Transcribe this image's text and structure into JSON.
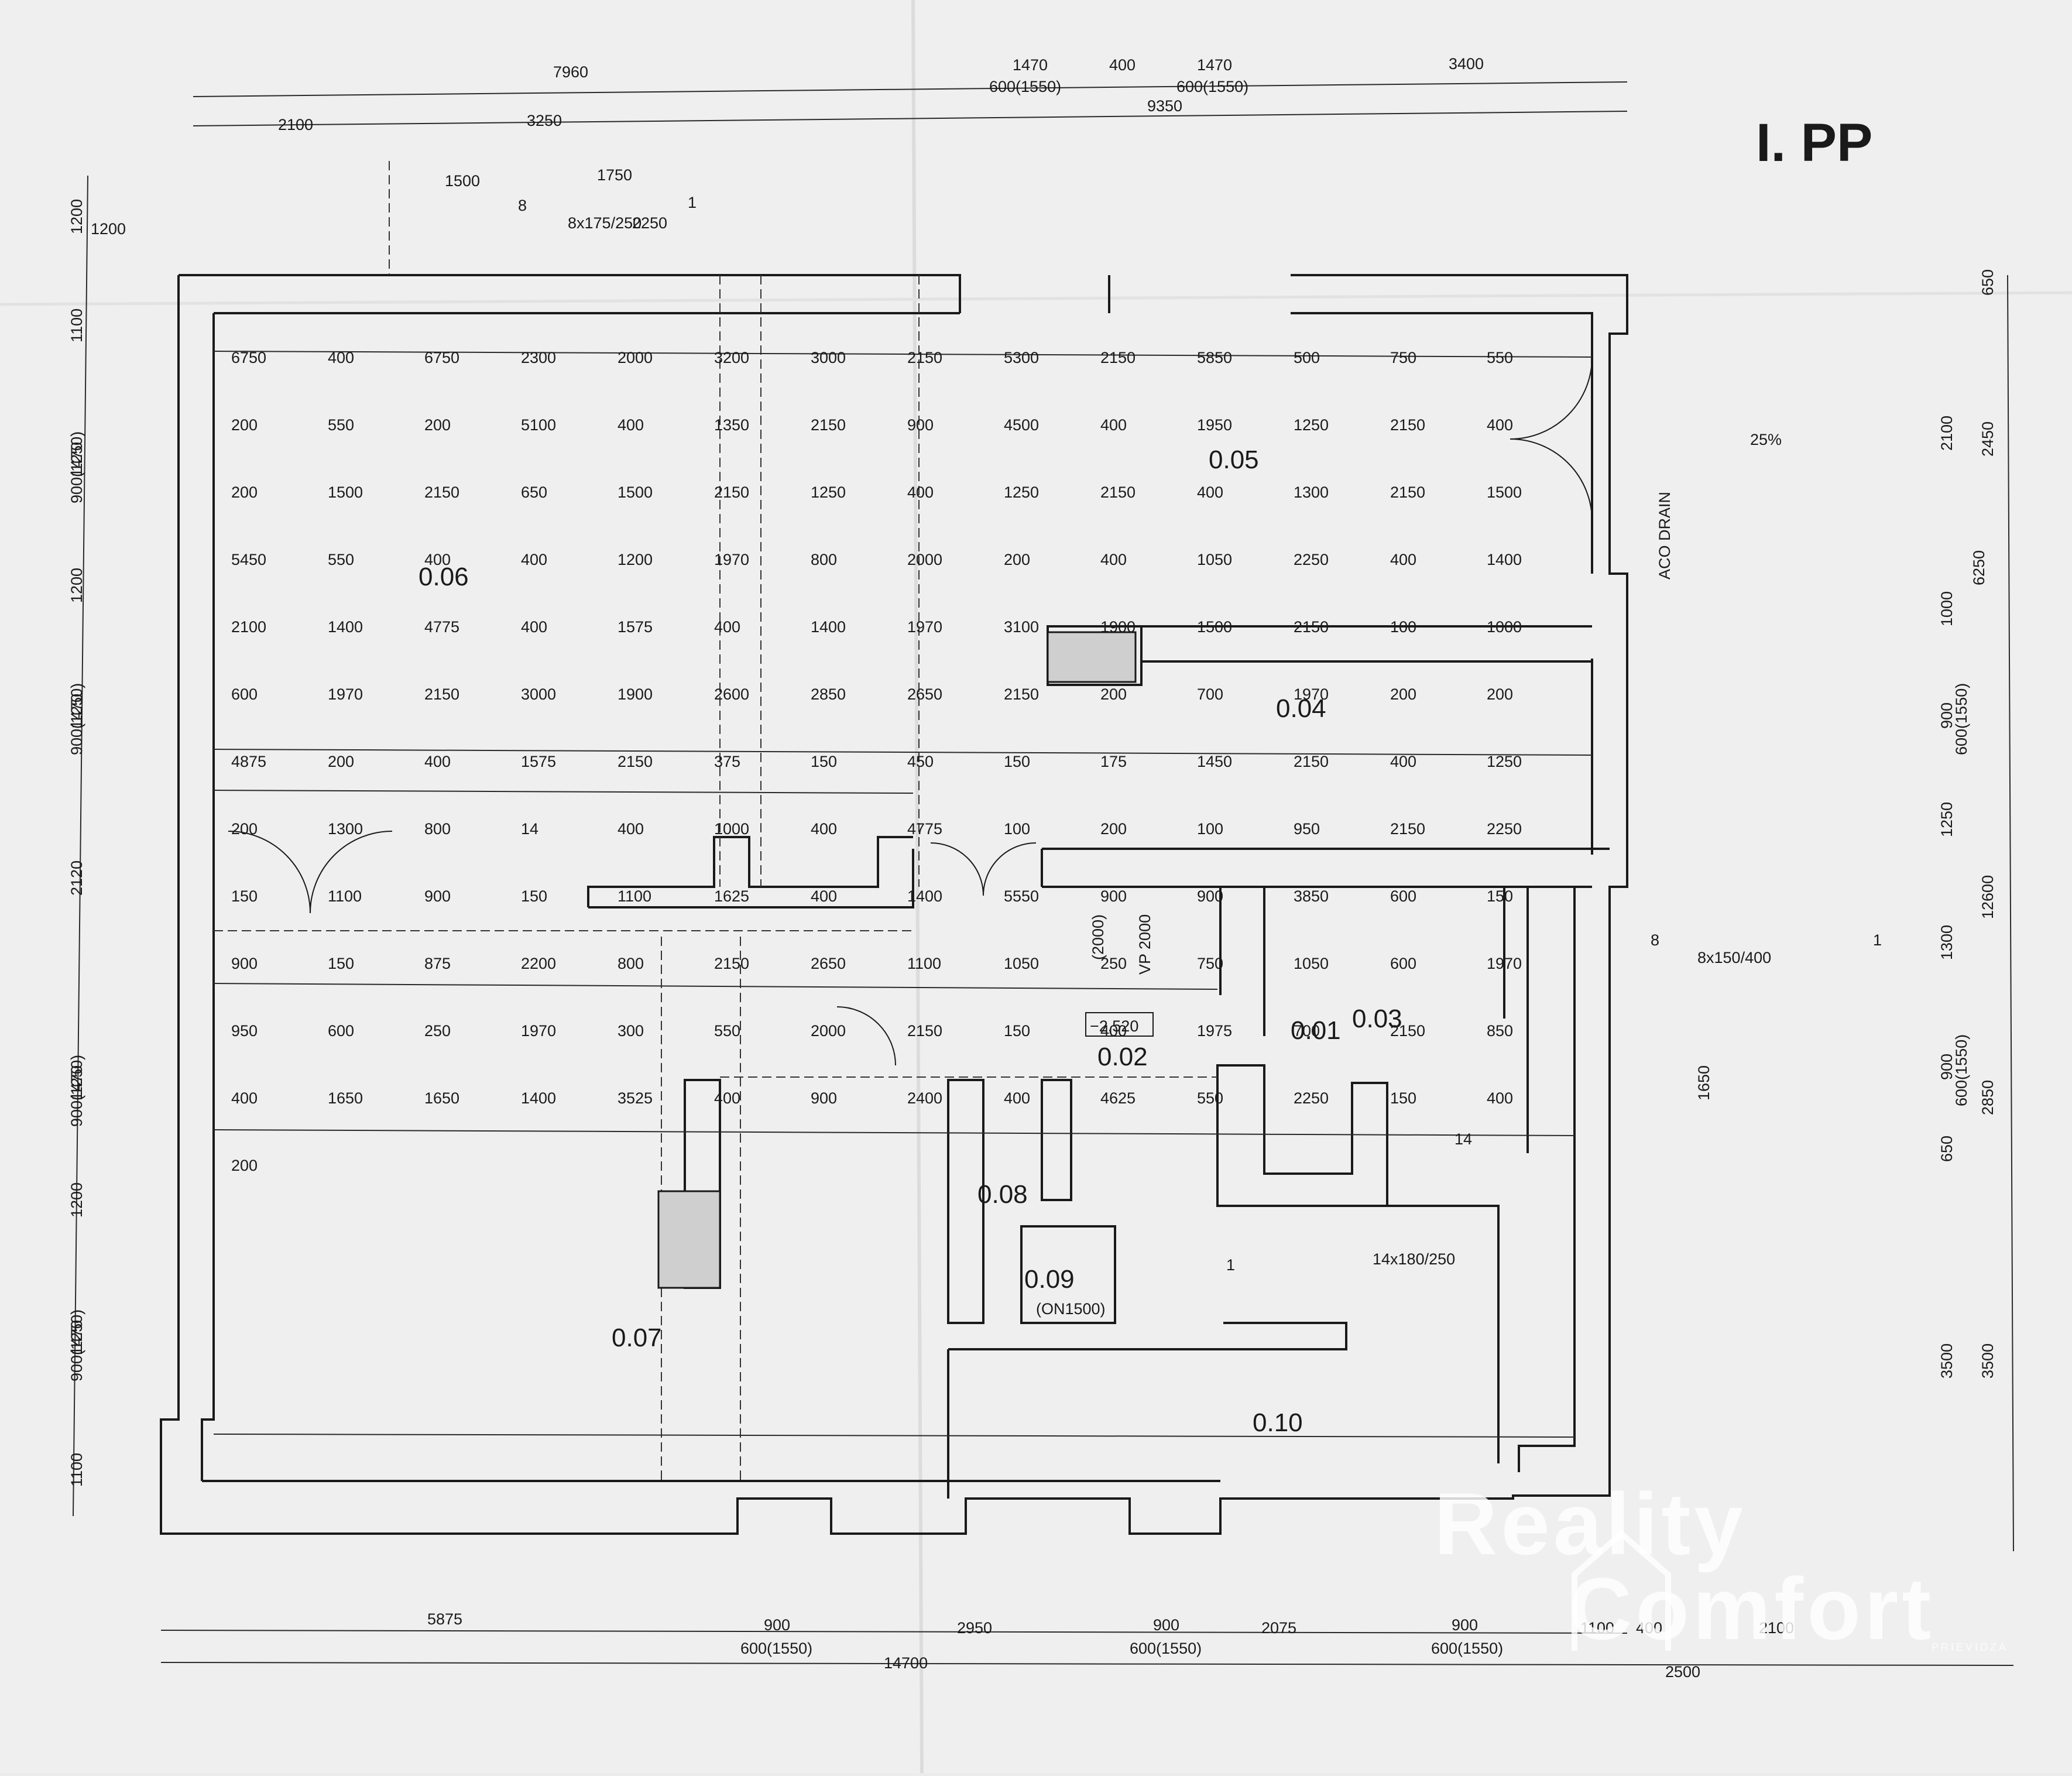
{
  "title": "I. PP",
  "level_label": "−2,520",
  "rooms": [
    {
      "id": "0.01"
    },
    {
      "id": "0.02"
    },
    {
      "id": "0.03"
    },
    {
      "id": "0.04"
    },
    {
      "id": "0.05"
    },
    {
      "id": "0.06"
    },
    {
      "id": "0.07"
    },
    {
      "id": "0.08"
    },
    {
      "id": "0.09"
    },
    {
      "id": "0.10"
    }
  ],
  "notes": {
    "aco_drain": "ACO DRAIN",
    "slope": "25%",
    "stair_main": "14x180/250",
    "stair_east": "8x150/400",
    "stair_north": "8x175/250",
    "vp": "VP 2000",
    "on": "(ON1500)",
    "stair_n_count": "8",
    "stair_n_start": "1",
    "stair_e_count": "8",
    "stair_e_start": "1",
    "stair_main_start": "1",
    "stair_main_end": "14",
    "niche_2000": "(2000)"
  },
  "dimensions": {
    "top": [
      "7960",
      "1470",
      "600(1550)",
      "400",
      "1470",
      "600(1550)",
      "3400",
      "9350",
      "2100",
      "3250",
      "1500",
      "1750",
      "2250",
      "1200"
    ],
    "left": [
      "1200",
      "1100",
      "1470",
      "900(1250)",
      "1200",
      "1470",
      "900(1250)",
      "2120",
      "1470",
      "900(1250)",
      "1200",
      "1470",
      "900(1250)",
      "1100"
    ],
    "right": [
      "650",
      "2100",
      "2450",
      "6250",
      "1000",
      "900",
      "600(1550)",
      "1250",
      "12600",
      "1300",
      "900",
      "600(1550)",
      "2850",
      "650",
      "3500",
      "3500",
      "1650"
    ],
    "bottom": [
      "5875",
      "900",
      "600(1550)",
      "2950",
      "900",
      "600(1550)",
      "2075",
      "900",
      "600(1550)",
      "1100",
      "400",
      "2100",
      "14700",
      "2500"
    ],
    "interior": [
      "6750",
      "400",
      "6750",
      "2300",
      "2000",
      "3200",
      "3000",
      "2150",
      "5300",
      "2150",
      "5850",
      "500",
      "750",
      "550",
      "200",
      "550",
      "200",
      "5100",
      "400",
      "1350",
      "2150",
      "900",
      "4500",
      "400",
      "1950",
      "1250",
      "2150",
      "400",
      "200",
      "1500",
      "2150",
      "650",
      "1500",
      "2150",
      "1250",
      "400",
      "1250",
      "2150",
      "400",
      "1300",
      "2150",
      "1500",
      "5450",
      "550",
      "400",
      "400",
      "1200",
      "1970",
      "800",
      "2000",
      "200",
      "400",
      "1050",
      "2250",
      "400",
      "1400",
      "2100",
      "1400",
      "4775",
      "400",
      "1575",
      "400",
      "1400",
      "1970",
      "3100",
      "1900",
      "1500",
      "2150",
      "100",
      "1000",
      "600",
      "1970",
      "2150",
      "3000",
      "1900",
      "2600",
      "2850",
      "2650",
      "2150",
      "200",
      "700",
      "1970",
      "200",
      "200",
      "4875",
      "200",
      "400",
      "1575",
      "2150",
      "375",
      "150",
      "450",
      "150",
      "175",
      "1450",
      "2150",
      "400",
      "1250",
      "200",
      "1300",
      "800",
      "14",
      "400",
      "1000",
      "400",
      "4775",
      "100",
      "200",
      "100",
      "950",
      "2150",
      "2250",
      "150",
      "1100",
      "900",
      "150",
      "1100",
      "1625",
      "400",
      "1400",
      "5550",
      "900",
      "900",
      "3850",
      "600",
      "150",
      "900",
      "150",
      "875",
      "2200",
      "800",
      "2150",
      "2650",
      "1100",
      "1050",
      "250",
      "750",
      "1050",
      "600",
      "1970",
      "950",
      "600",
      "250",
      "1970",
      "300",
      "550",
      "2000",
      "2150",
      "150",
      "400",
      "1975",
      "700",
      "2150",
      "850",
      "400",
      "1650",
      "1650",
      "1400",
      "3525",
      "400",
      "900",
      "2400",
      "400",
      "4625",
      "550",
      "2250",
      "150",
      "400",
      "200"
    ]
  },
  "watermark": {
    "line1": "Reality",
    "line2": "Comfort",
    "small": "PRIEVIDZA"
  }
}
